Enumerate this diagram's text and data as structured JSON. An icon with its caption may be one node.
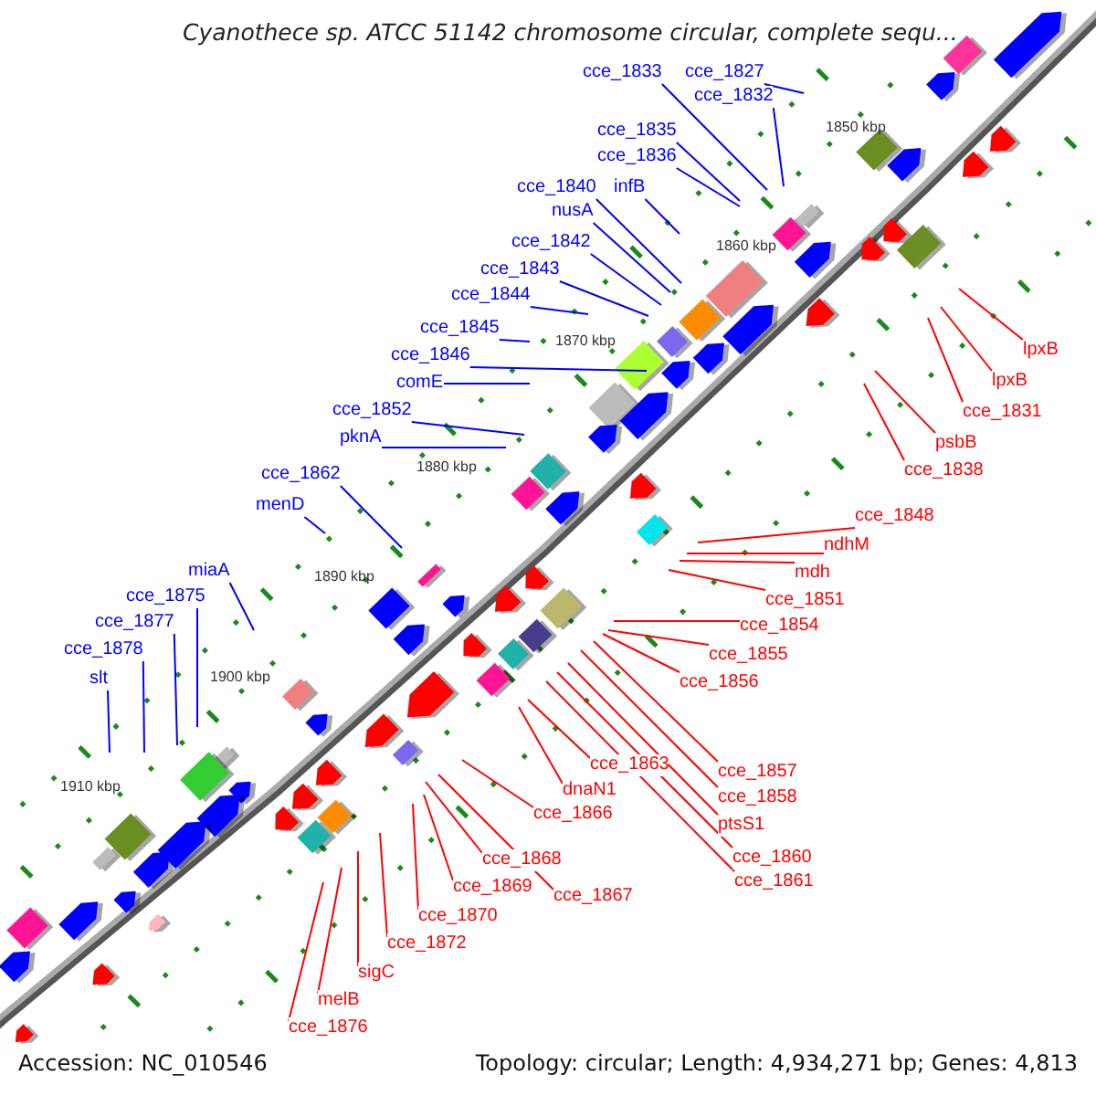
{
  "diagram": {
    "title": "Cyanothece sp. ATCC 51142 chromosome circular, complete sequ...",
    "nodes": [
      {
        "text": [
          "cce_1833"
        ]
      },
      {
        "text": [
          "cce_1827"
        ]
      },
      {
        "text": [
          "cce_1832"
        ]
      },
      {
        "text": [
          "cce_1835"
        ]
      },
      {
        "text": [
          "cce_1836"
        ]
      },
      {
        "text": [
          "cce_1840"
        ]
      },
      {
        "text": [
          "infB"
        ]
      },
      {
        "text": [
          "nusA"
        ]
      },
      {
        "text": [
          "cce_1842"
        ]
      },
      {
        "text": [
          "cce_1843"
        ]
      },
      {
        "text": [
          "cce_1844"
        ]
      },
      {
        "text": [
          "cce_1845"
        ]
      },
      {
        "text": [
          "cce_1846"
        ]
      },
      {
        "text": [
          "comE"
        ]
      },
      {
        "text": [
          "cce_1852"
        ]
      },
      {
        "text": [
          "pknA"
        ]
      },
      {
        "text": [
          "cce_1862"
        ]
      },
      {
        "text": [
          "menD"
        ]
      },
      {
        "text": [
          "miaA"
        ]
      },
      {
        "text": [
          "cce_1875"
        ]
      },
      {
        "text": [
          "cce_1877"
        ]
      },
      {
        "text": [
          "cce_1878"
        ]
      },
      {
        "text": [
          "slt"
        ]
      },
      {
        "text": [
          "lpxB"
        ]
      },
      {
        "text": [
          "lpxB"
        ]
      },
      {
        "text": [
          "cce_1831"
        ]
      },
      {
        "text": [
          "psbB"
        ]
      },
      {
        "text": [
          "cce_1838"
        ]
      },
      {
        "text": [
          "cce_1848"
        ]
      },
      {
        "text": [
          "ndhM"
        ]
      },
      {
        "text": [
          "mdh"
        ]
      },
      {
        "text": [
          "cce_1851"
        ]
      },
      {
        "text": [
          "cce_1854"
        ]
      },
      {
        "text": [
          "cce_1855"
        ]
      },
      {
        "text": [
          "cce_1856"
        ]
      },
      {
        "text": [
          "cce_1863"
        ]
      },
      {
        "text": [
          "cce_1857"
        ]
      },
      {
        "text": [
          "dnaN1"
        ]
      },
      {
        "text": [
          "cce_1858"
        ]
      },
      {
        "text": [
          "cce_1866"
        ]
      },
      {
        "text": [
          "ptsS1"
        ]
      },
      {
        "text": [
          "cce_1860"
        ]
      },
      {
        "text": [
          "cce_1868"
        ]
      },
      {
        "text": [
          "cce_1861"
        ]
      },
      {
        "text": [
          "cce_1869"
        ]
      },
      {
        "text": [
          "cce_1867"
        ]
      },
      {
        "text": [
          "cce_1870"
        ]
      },
      {
        "text": [
          "cce_1872"
        ]
      },
      {
        "text": [
          "sigC"
        ]
      },
      {
        "text": [
          "melB"
        ]
      },
      {
        "text": [
          "cce_1876"
        ]
      }
    ],
    "edges": [
      {
        "from": 0,
        "to": null,
        "arrow": "none",
        "color": "#0000ff"
      },
      {
        "from": 1,
        "to": null,
        "arrow": "none",
        "color": "#0000ff"
      },
      {
        "from": 2,
        "to": null,
        "arrow": "none",
        "color": "#0000ff"
      },
      {
        "from": 3,
        "to": null,
        "arrow": "none",
        "color": "#0000ff"
      },
      {
        "from": 4,
        "to": null,
        "arrow": "none",
        "color": "#0000ff"
      },
      {
        "from": 5,
        "to": null,
        "arrow": "none",
        "color": "#0000ff"
      },
      {
        "from": 6,
        "to": null,
        "arrow": "none",
        "color": "#0000ff"
      },
      {
        "from": 7,
        "to": null,
        "arrow": "none",
        "color": "#0000ff"
      },
      {
        "from": 8,
        "to": null,
        "arrow": "none",
        "color": "#0000ff"
      },
      {
        "from": 9,
        "to": null,
        "arrow": "none",
        "color": "#0000ff"
      },
      {
        "from": 10,
        "to": null,
        "arrow": "none",
        "color": "#0000ff"
      },
      {
        "from": 11,
        "to": null,
        "arrow": "none",
        "color": "#0000ff"
      },
      {
        "from": 12,
        "to": null,
        "arrow": "none",
        "color": "#0000ff"
      },
      {
        "from": 13,
        "to": null,
        "arrow": "none",
        "color": "#0000ff"
      },
      {
        "from": 14,
        "to": null,
        "arrow": "none",
        "color": "#0000ff"
      },
      {
        "from": 15,
        "to": null,
        "arrow": "none",
        "color": "#0000ff"
      },
      {
        "from": 16,
        "to": null,
        "arrow": "none",
        "color": "#0000ff"
      },
      {
        "from": 17,
        "to": null,
        "arrow": "none",
        "color": "#0000ff"
      },
      {
        "from": 18,
        "to": null,
        "arrow": "none",
        "color": "#0000ff"
      },
      {
        "from": 19,
        "to": null,
        "arrow": "none",
        "color": "#0000ff"
      },
      {
        "from": 20,
        "to": null,
        "arrow": "none",
        "color": "#0000ff"
      },
      {
        "from": 21,
        "to": null,
        "arrow": "none",
        "color": "#0000ff"
      },
      {
        "from": 22,
        "to": null,
        "arrow": "none",
        "color": "#0000ff"
      },
      {
        "from": 23,
        "to": null,
        "arrow": "none"
      },
      {
        "from": 24,
        "to": null,
        "arrow": "none"
      },
      {
        "from": 25,
        "to": null,
        "arrow": "none"
      },
      {
        "from": 26,
        "to": null,
        "arrow": "none"
      },
      {
        "from": 27,
        "to": null,
        "arrow": "none"
      },
      {
        "from": 28,
        "to": null,
        "arrow": "none"
      },
      {
        "from": 29,
        "to": null,
        "arrow": "none"
      },
      {
        "from": 30,
        "to": null,
        "arrow": "none"
      },
      {
        "from": 31,
        "to": null,
        "arrow": "none"
      },
      {
        "from": 32,
        "to": null,
        "arrow": "none"
      },
      {
        "from": 33,
        "to": null,
        "arrow": "none"
      },
      {
        "from": 34,
        "to": null,
        "arrow": "none"
      },
      {
        "from": 35,
        "to": null,
        "arrow": "none"
      },
      {
        "from": 36,
        "to": null,
        "arrow": "none"
      },
      {
        "from": 37,
        "to": null,
        "arrow": "none"
      },
      {
        "from": 38,
        "to": null,
        "arrow": "none"
      },
      {
        "from": 39,
        "to": null,
        "arrow": "none"
      },
      {
        "from": 40,
        "to": null,
        "arrow": "none"
      },
      {
        "from": 41,
        "to": null,
        "arrow": "none"
      },
      {
        "from": 42,
        "to": null,
        "arrow": "none"
      },
      {
        "from": 43,
        "to": null,
        "arrow": "none"
      },
      {
        "from": 44,
        "to": null,
        "arrow": "none"
      },
      {
        "from": 45,
        "to": null,
        "arrow": "none"
      },
      {
        "from": 46,
        "to": null,
        "arrow": "none"
      },
      {
        "from": 47,
        "to": null,
        "arrow": "none"
      },
      {
        "from": 48,
        "to": null,
        "arrow": "none"
      },
      {
        "from": 49,
        "to": null,
        "arrow": "none"
      },
      {
        "from": 50,
        "to": null,
        "arrow": "none"
      }
    ],
    "labels": [
      "1850 kbp",
      "1860 kbp",
      "1870 kbp",
      "1880 kbp",
      "1890 kbp",
      "1900 kbp",
      "1910 kbp",
      "Accession: NC_010546",
      "Topology: circular; Length: 4,934,271 bp; Genes: 4,813"
    ]
  }
}
